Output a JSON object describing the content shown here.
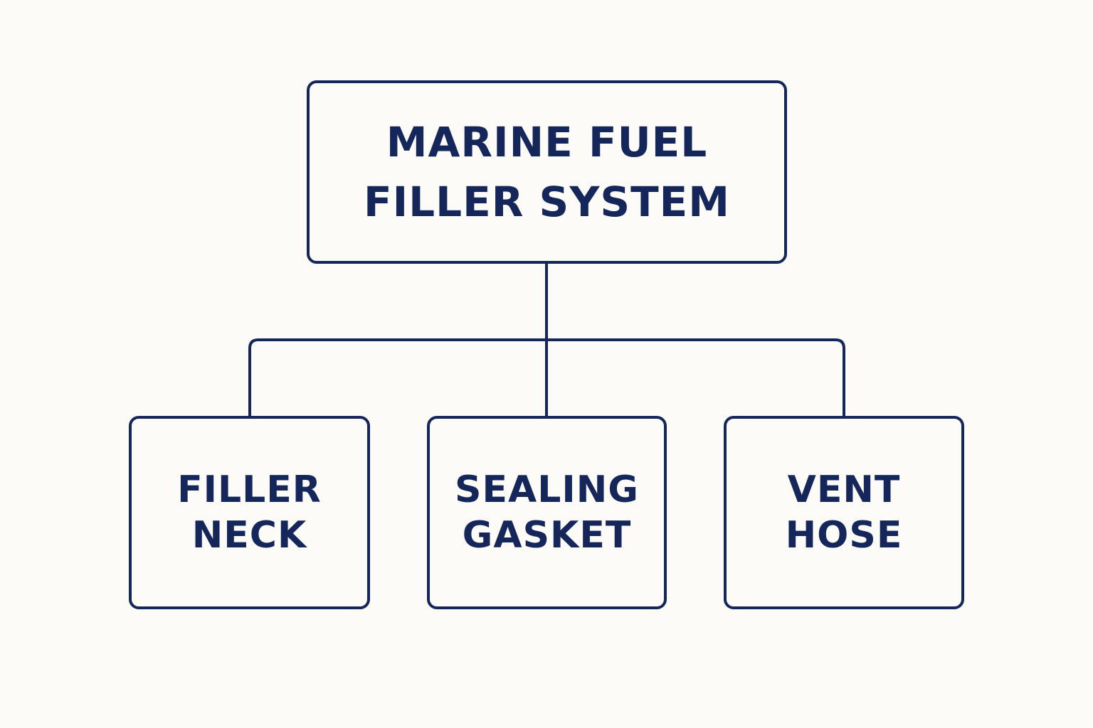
{
  "colors": {
    "background": "#fcfbf7",
    "stroke": "#15275a",
    "text": "#15275a"
  },
  "root": {
    "lines": [
      "MARINE FUEL",
      "FILLER SYSTEM"
    ]
  },
  "children": [
    {
      "lines": [
        "FILLER",
        "NECK"
      ]
    },
    {
      "lines": [
        "SEALING",
        "GASKET"
      ]
    },
    {
      "lines": [
        "VENT",
        "HOSE"
      ]
    }
  ]
}
